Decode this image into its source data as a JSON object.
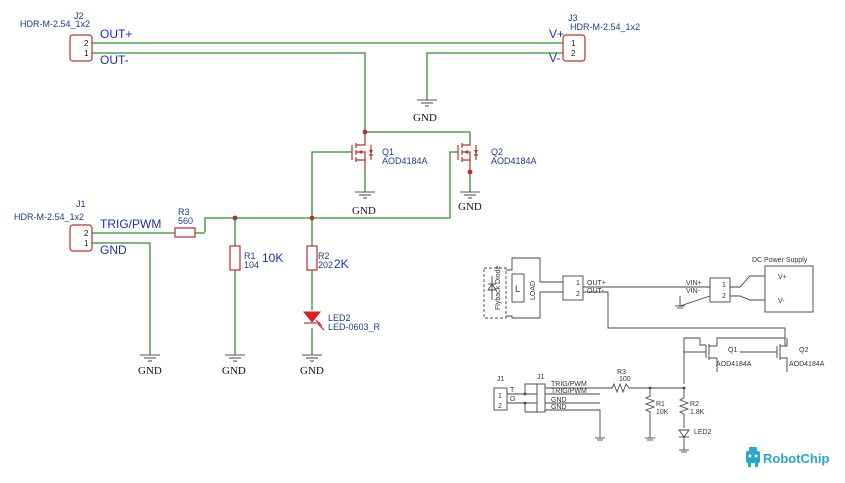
{
  "main": {
    "j2": {
      "ref": "J2",
      "part": "HDR-M-2.54_1x2",
      "pin1": "1",
      "pin2": "2",
      "net_out_plus": "OUT+",
      "net_out_minus": "OUT-"
    },
    "j3": {
      "ref": "J3",
      "part": "HDR-M-2.54_1x2",
      "pin1": "1",
      "pin2": "2",
      "net_vplus": "V+",
      "net_vminus": "V-"
    },
    "j1": {
      "ref": "J1",
      "part": "HDR-M-2.54_1x2",
      "pin1": "1",
      "pin2": "2",
      "net_trig": "TRIG/PWM",
      "net_gnd": "GND"
    },
    "q1": {
      "ref": "Q1",
      "part": "AOD4184A"
    },
    "q2": {
      "ref": "Q2",
      "part": "AOD4184A"
    },
    "r3": {
      "ref": "R3",
      "value": "560"
    },
    "r1": {
      "ref": "R1",
      "value": "104",
      "note": "10K"
    },
    "r2": {
      "ref": "R2",
      "value": "202",
      "note": "2K"
    },
    "led2": {
      "ref": "LED2",
      "part": "LED-0603_R"
    },
    "gnd": "GND"
  },
  "inset": {
    "flyback": "Flyback Diode",
    "load_l": "L",
    "load": "LOAD",
    "out_plus": "OUT+",
    "out_minus": "OUT-",
    "vin_plus": "VIN+",
    "vin_minus": "VIN-",
    "psu": "DC Power Supply",
    "v_plus": "V+",
    "v_minus": "V-",
    "pin1": "1",
    "pin2": "2",
    "q1": "Q1",
    "q1_part": "AOD4184A",
    "q2": "Q2",
    "q2_part": "AOD4184A",
    "j1": "J1",
    "j1b": "J1",
    "t": "T",
    "g": "G",
    "trig1": "TRIG/PWM",
    "trig2": "TRIG/PWM",
    "gnd1": "GND",
    "gnd2": "GND",
    "r3": "R3",
    "r3_val": "100",
    "r1": "R1",
    "r1_val": "10K",
    "r2": "R2",
    "r2_val": "1.8K",
    "led2": "LED2"
  },
  "brand": {
    "name": "RobotChip",
    "color": "#2aa7c8"
  }
}
